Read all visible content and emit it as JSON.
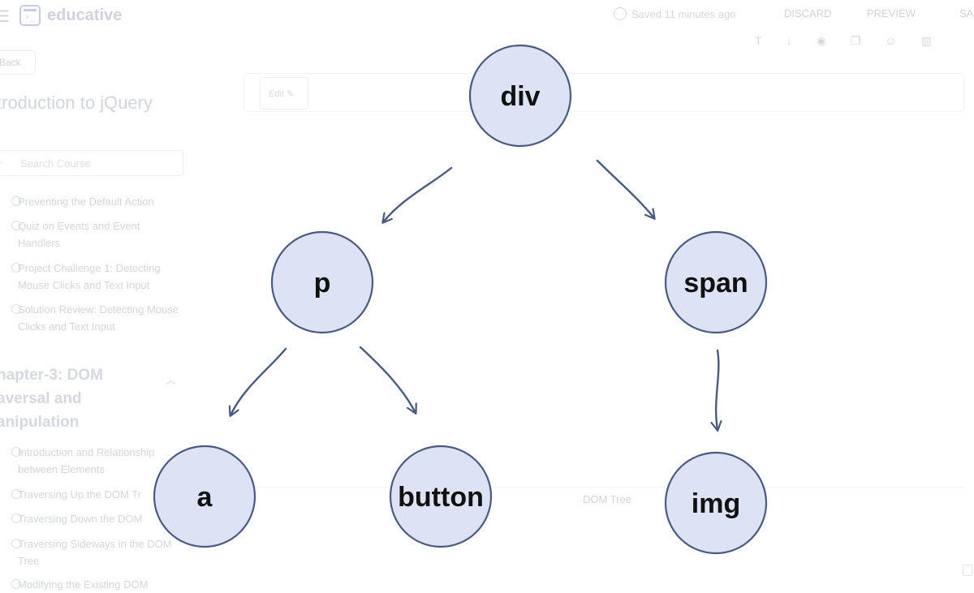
{
  "app": {
    "logo": "educative",
    "saved_status": "Saved 11 minutes ago",
    "discard": "DISCARD",
    "preview": "PREVIEW",
    "save": "SA"
  },
  "sidebar": {
    "back": "Back",
    "course_title": "troduction to jQuery",
    "search_placeholder": "Search Course",
    "lessons_top": [
      "Preventing the Default Action",
      "Quiz on Events and Event Handlers",
      "Project Challenge 1: Detecting Mouse Clicks and Text Input",
      "Solution Review: Detecting Mouse Clicks and Text Input"
    ],
    "chapter": "hapter-3: DOM aversal and anipulation",
    "lessons_bottom": [
      "Introduction and Relationship between Elements",
      "Traversing Up the DOM Tr",
      "Traversing Down the DOM",
      "Traversing Sideways in the DOM Tree",
      "Modifying the Existing DOM"
    ]
  },
  "editor": {
    "edit_label": "Edit",
    "caption": "DOM Tree"
  },
  "tree": {
    "nodes": [
      {
        "id": "div",
        "label": "div"
      },
      {
        "id": "p",
        "label": "p"
      },
      {
        "id": "span",
        "label": "span"
      },
      {
        "id": "a",
        "label": "a"
      },
      {
        "id": "button",
        "label": "button"
      },
      {
        "id": "img",
        "label": "img"
      }
    ],
    "edges": [
      {
        "from": "div",
        "to": "p"
      },
      {
        "from": "div",
        "to": "span"
      },
      {
        "from": "p",
        "to": "a"
      },
      {
        "from": "p",
        "to": "button"
      },
      {
        "from": "span",
        "to": "img"
      }
    ],
    "colors": {
      "node_fill": "#dde3f4",
      "node_stroke": "#4b5a80",
      "arrow": "#4b5a80",
      "label": "#111111"
    }
  }
}
